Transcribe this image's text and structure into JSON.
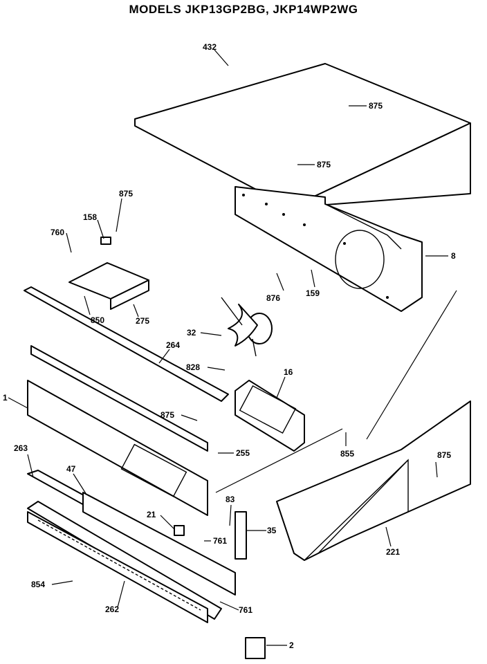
{
  "diagram": {
    "title": "MODELS JKP13GP2BG, JKP14WP2WG",
    "callouts": [
      {
        "id": "c432",
        "label": "432"
      },
      {
        "id": "c875a",
        "label": "875"
      },
      {
        "id": "c875b",
        "label": "875"
      },
      {
        "id": "c8",
        "label": "8"
      },
      {
        "id": "c875c",
        "label": "875"
      },
      {
        "id": "c158",
        "label": "158"
      },
      {
        "id": "c760",
        "label": "760"
      },
      {
        "id": "c275",
        "label": "275"
      },
      {
        "id": "c850",
        "label": "850"
      },
      {
        "id": "c876",
        "label": "876"
      },
      {
        "id": "c159",
        "label": "159"
      },
      {
        "id": "c32",
        "label": "32"
      },
      {
        "id": "c264",
        "label": "264"
      },
      {
        "id": "c828",
        "label": "828"
      },
      {
        "id": "c16",
        "label": "16"
      },
      {
        "id": "c1",
        "label": "1"
      },
      {
        "id": "c875d",
        "label": "875"
      },
      {
        "id": "c255",
        "label": "255"
      },
      {
        "id": "c855",
        "label": "855"
      },
      {
        "id": "c875e",
        "label": "875"
      },
      {
        "id": "c263",
        "label": "263"
      },
      {
        "id": "c47",
        "label": "47"
      },
      {
        "id": "c83",
        "label": "83"
      },
      {
        "id": "c21",
        "label": "21"
      },
      {
        "id": "c761a",
        "label": "761"
      },
      {
        "id": "c35",
        "label": "35"
      },
      {
        "id": "c221",
        "label": "221"
      },
      {
        "id": "c854",
        "label": "854"
      },
      {
        "id": "c262",
        "label": "262"
      },
      {
        "id": "c761b",
        "label": "761"
      },
      {
        "id": "c2",
        "label": "2"
      }
    ]
  }
}
